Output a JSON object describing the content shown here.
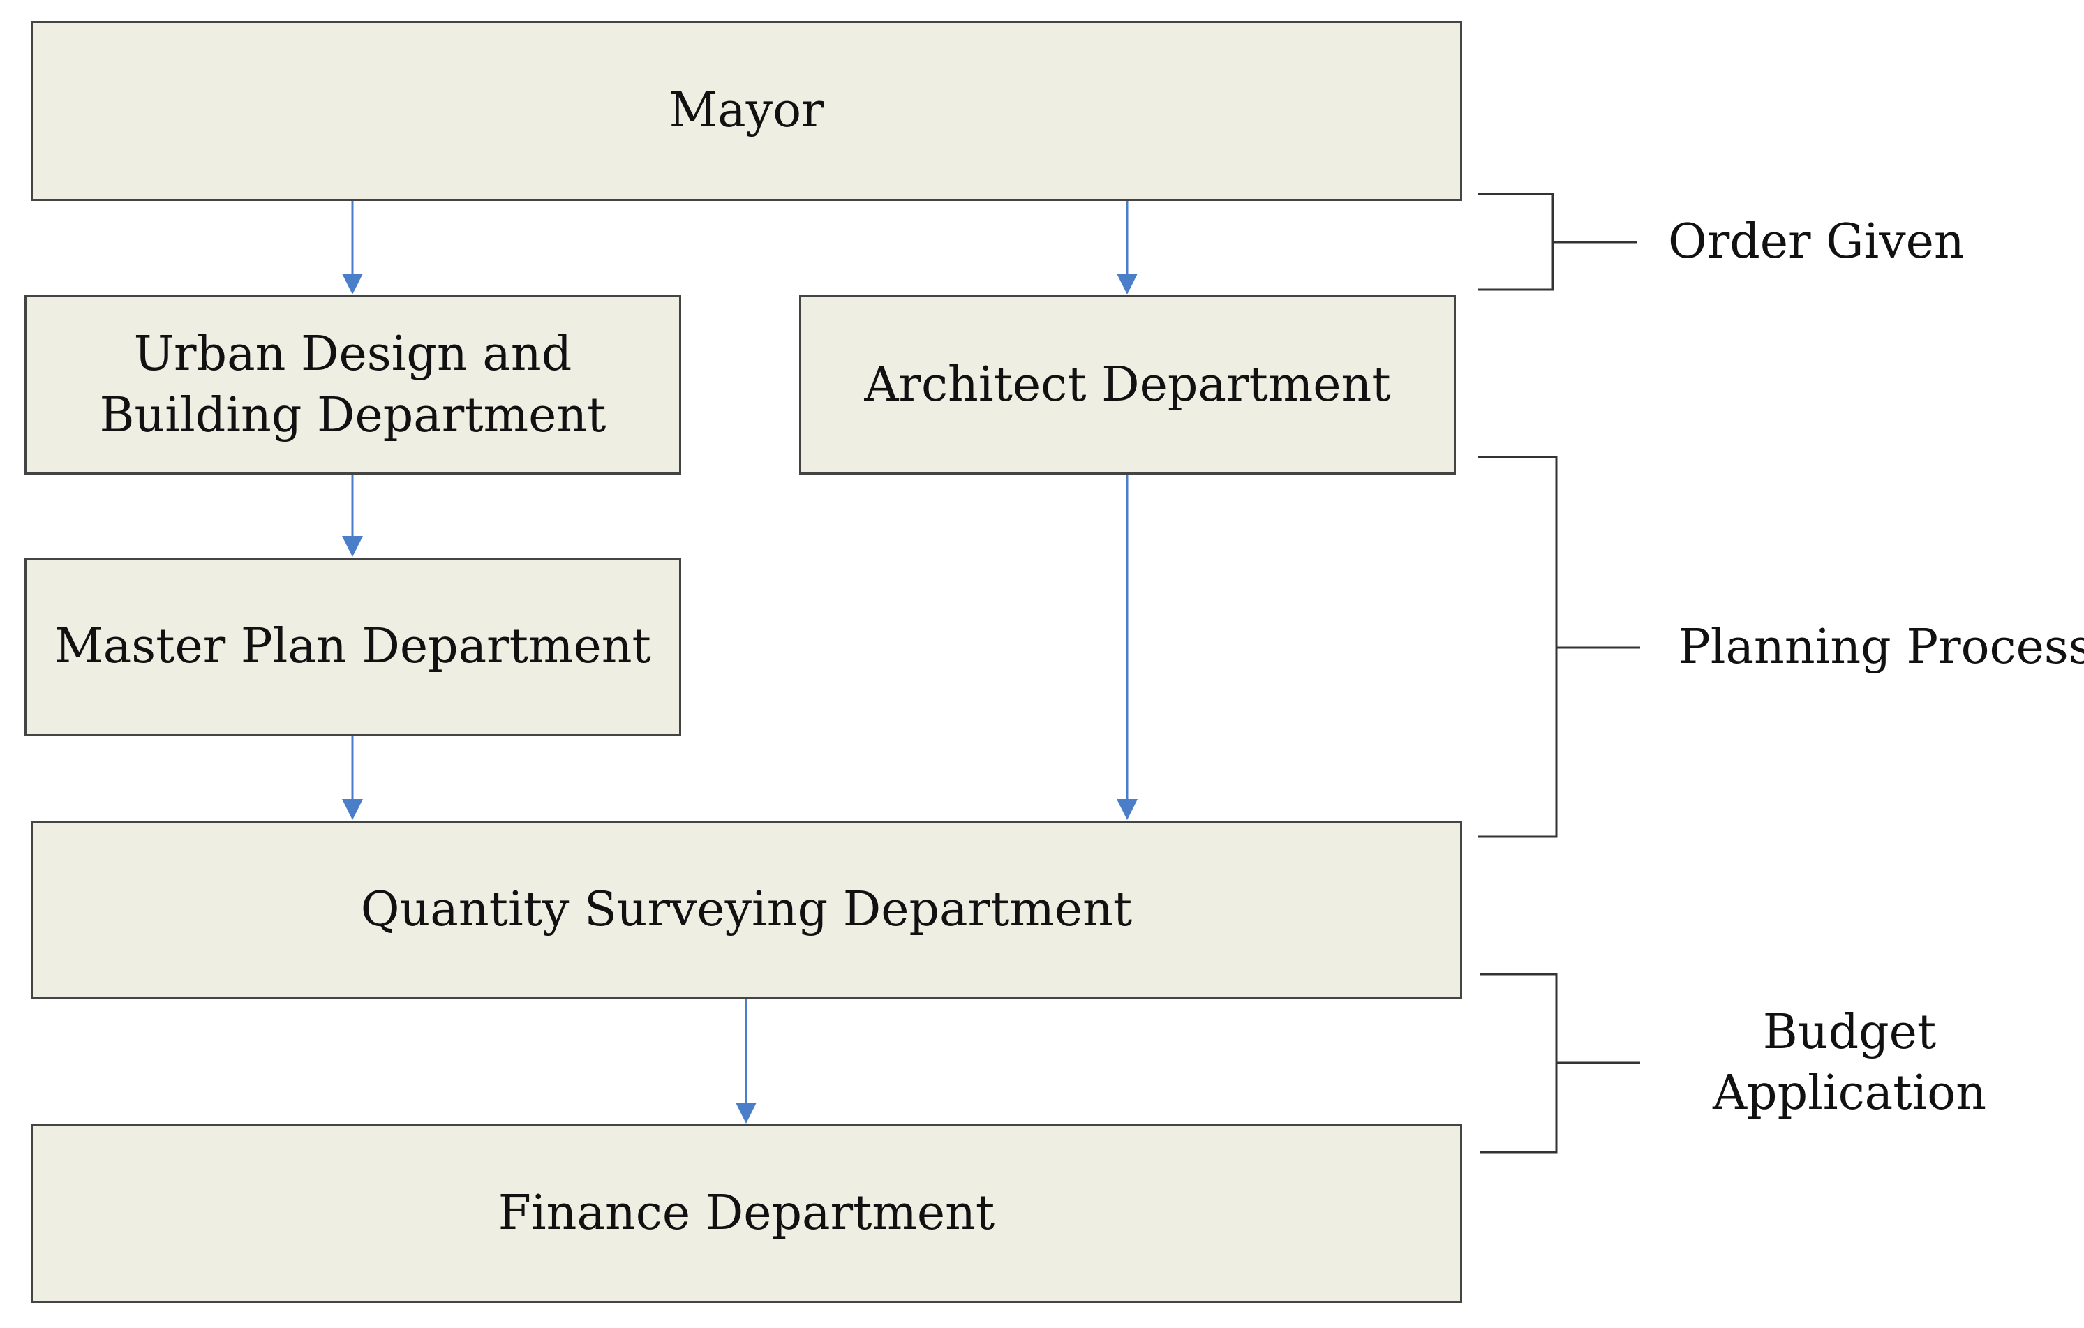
{
  "boxes": {
    "mayor": "Mayor",
    "urban_design": "Urban Design and Building Department",
    "architect": "Architect Department",
    "master_plan": "Master Plan Department",
    "quantity_surveying": "Quantity Surveying Department",
    "finance": "Finance Department"
  },
  "phases": {
    "order_given": "Order Given",
    "planning_process": "Planning Process",
    "budget_application": "Budget Application"
  },
  "colors": {
    "box_fill": "#eeeee3",
    "box_border": "#444444",
    "arrow": "#4a7ec9",
    "bracket": "#333333"
  }
}
